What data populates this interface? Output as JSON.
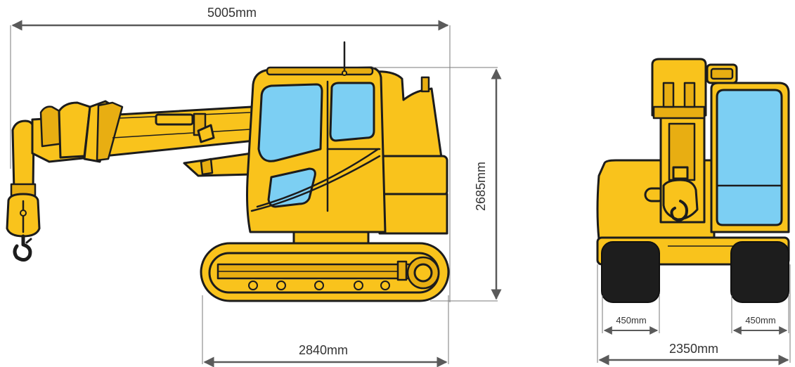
{
  "dimensions": {
    "overall_length": "5005mm",
    "overall_height": "2685mm",
    "track_length": "2840mm",
    "overall_width": "2350mm",
    "track_width_left": "450mm",
    "track_width_right": "450mm"
  },
  "colors": {
    "body_yellow": "#F9C31C",
    "glass_blue": "#7CCFF3",
    "outline": "#1c1c1c",
    "dimension_gray": "#5a5a5a"
  }
}
